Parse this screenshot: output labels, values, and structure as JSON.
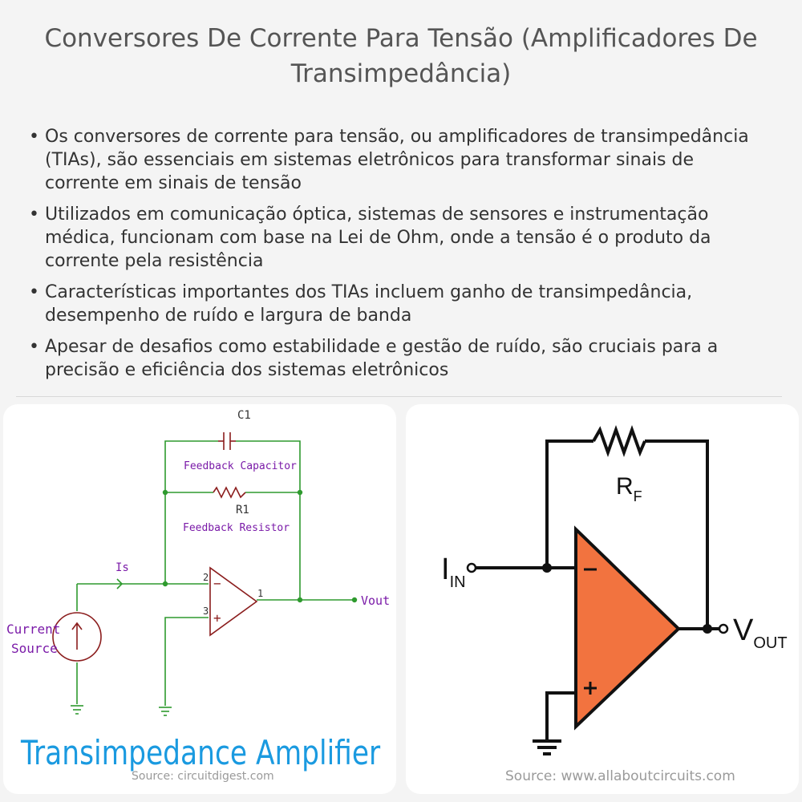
{
  "title": "Conversores De Corrente Para Tensão (Amplificadores De Transimpedância)",
  "bullets": [
    "Os conversores de corrente para tensão, ou amplificadores de transimpedância (TIAs), são essenciais em sistemas eletrônicos para transformar sinais de corrente em sinais de tensão",
    "Utilizados em comunicação óptica, sistemas de sensores e instrumentação médica, funcionam com base na Lei de Ohm, onde a tensão é o produto da corrente pela resistência",
    "Características importantes dos TIAs incluem ganho de transimpedância, desempenho de ruído e largura de banda",
    "Apesar de desafios como estabilidade e gestão de ruído, são cruciais para a precisão e eficiência dos sistemas eletrônicos"
  ],
  "left_diagram": {
    "c1_label": "C1",
    "capacitor_label": "Feedback Capacitor",
    "r1_label": "R1",
    "resistor_label": "Feedback Resistor",
    "is_label": "Is",
    "pin2": "2",
    "pin3": "3",
    "pin1": "1",
    "minus": "−",
    "plus": "+",
    "vout_label": "Vout",
    "current_label": "Current",
    "source_label": "Source",
    "caption": "Transimpedance Amplifier",
    "source_credit": "Source: circuitdigest.com",
    "colors": {
      "wire": "#2e9a2e",
      "component": "#8b1d1d",
      "text": "#7a1aa8",
      "caption": "#1a9ae0"
    }
  },
  "right_diagram": {
    "rf_main": "R",
    "rf_sub": "F",
    "iin_main": "I",
    "iin_sub": "IN",
    "vout_main": "V",
    "vout_sub": "OUT",
    "minus": "−",
    "plus": "+",
    "source_credit": "Source: www.allaboutcircuits.com",
    "colors": {
      "opamp_fill": "#f2733f",
      "wire": "#111111"
    }
  }
}
